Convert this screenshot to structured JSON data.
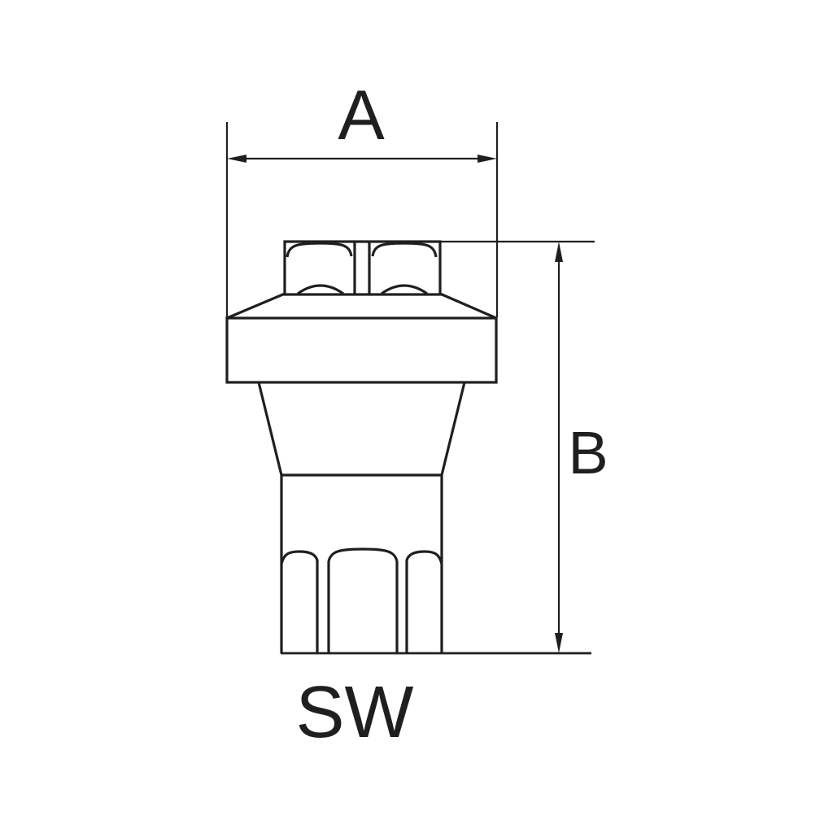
{
  "drawing": {
    "description": "technical outline drawing of a hex-head fitting with flange, tapered neck and hex base",
    "labels": {
      "width_dim": "A",
      "height_dim": "B",
      "wrench_size": "SW"
    },
    "colors": {
      "stroke": "#1f1f1f",
      "background": "#ffffff"
    }
  }
}
